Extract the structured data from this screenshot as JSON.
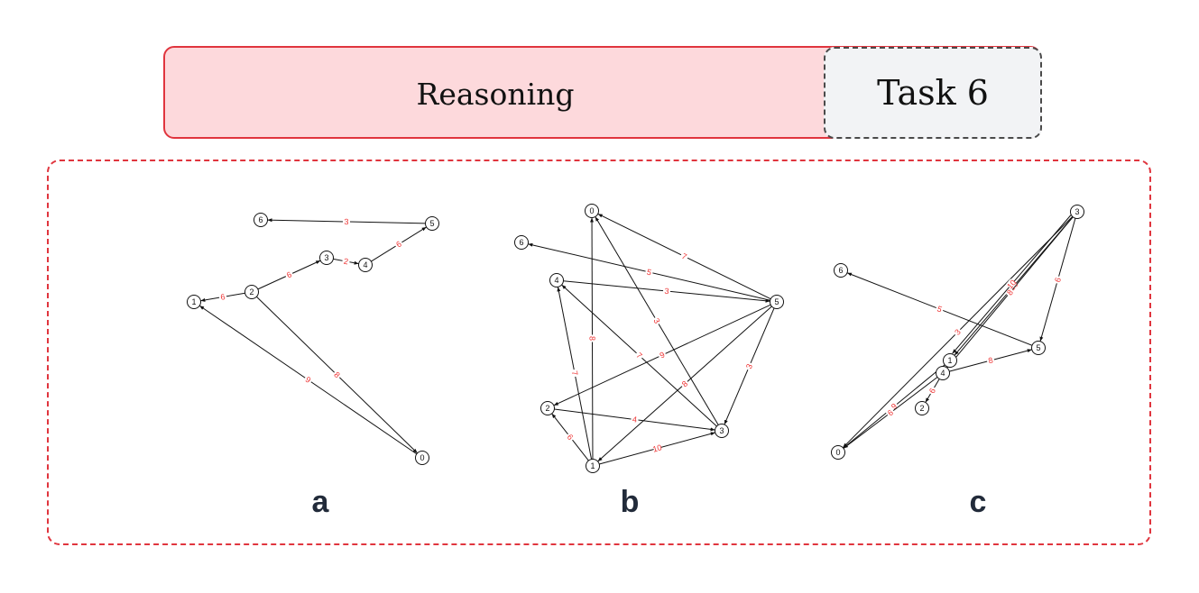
{
  "header": {
    "category": "Reasoning",
    "task": "Task 6",
    "category_color": "#fdd9dc",
    "border_color": "#e0353e"
  },
  "graphs": [
    {
      "label": "a",
      "nodes": [
        "0",
        "1",
        "2",
        "3",
        "4",
        "5",
        "6"
      ],
      "edges": [
        {
          "from": "5",
          "to": "6",
          "weight": "3"
        },
        {
          "from": "4",
          "to": "5",
          "weight": "6"
        },
        {
          "from": "3",
          "to": "4",
          "weight": "2"
        },
        {
          "from": "2",
          "to": "3",
          "weight": "6"
        },
        {
          "from": "2",
          "to": "1",
          "weight": "6"
        },
        {
          "from": "0",
          "to": "1",
          "weight": "9"
        },
        {
          "from": "2",
          "to": "0",
          "weight": "8"
        }
      ]
    },
    {
      "label": "b",
      "nodes": [
        "0",
        "1",
        "2",
        "3",
        "4",
        "5",
        "6"
      ],
      "edges": [
        {
          "from": "5",
          "to": "0",
          "weight": "7"
        },
        {
          "from": "5",
          "to": "6",
          "weight": "5"
        },
        {
          "from": "4",
          "to": "5",
          "weight": "3"
        },
        {
          "from": "5",
          "to": "2",
          "weight": "9"
        },
        {
          "from": "5",
          "to": "1",
          "weight": "8"
        },
        {
          "from": "5",
          "to": "3",
          "weight": "3"
        },
        {
          "from": "1",
          "to": "0",
          "weight": "8"
        },
        {
          "from": "3",
          "to": "0",
          "weight": "3"
        },
        {
          "from": "3",
          "to": "4",
          "weight": "7"
        },
        {
          "from": "1",
          "to": "4",
          "weight": "7"
        },
        {
          "from": "2",
          "to": "3",
          "weight": "4"
        },
        {
          "from": "1",
          "to": "2",
          "weight": "6"
        },
        {
          "from": "1",
          "to": "3",
          "weight": "10"
        }
      ]
    },
    {
      "label": "c",
      "nodes": [
        "0",
        "1",
        "2",
        "3",
        "4",
        "5",
        "6"
      ],
      "edges": [
        {
          "from": "3",
          "to": "5",
          "weight": "6"
        },
        {
          "from": "5",
          "to": "6",
          "weight": "5"
        },
        {
          "from": "4",
          "to": "5",
          "weight": "8"
        },
        {
          "from": "3",
          "to": "0",
          "weight": "3"
        },
        {
          "from": "3",
          "to": "1",
          "weight": "10"
        },
        {
          "from": "3",
          "to": "4",
          "weight": "8"
        },
        {
          "from": "3",
          "to": "1",
          "weight": "10"
        },
        {
          "from": "1",
          "to": "0",
          "weight": "9"
        },
        {
          "from": "4",
          "to": "0",
          "weight": "6"
        },
        {
          "from": "4",
          "to": "2",
          "weight": "6"
        }
      ]
    }
  ],
  "colors": {
    "edge": "#111111",
    "weight": "#ee3333",
    "label": "#222b3a",
    "tag_background": "#f2f3f5"
  }
}
